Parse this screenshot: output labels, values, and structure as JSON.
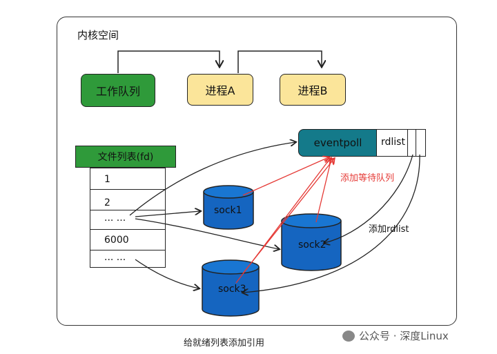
{
  "kernel_label": "内核空间",
  "wait_queue": "工作队列",
  "process_a": "进程A",
  "process_b": "进程B",
  "file_table": {
    "header": "文件列表(fd)",
    "rows": [
      "1",
      "2",
      "... ...",
      "6000",
      "... ..."
    ]
  },
  "eventpoll": "eventpoll",
  "rdlist": "rdlist",
  "sockets": [
    "sock1",
    "sock2",
    "sock3"
  ],
  "annotations": {
    "add_wait_queue": "添加等待队列",
    "add_rdlist": "添加rdlist"
  },
  "caption": "给就绪列表添加引用",
  "watermark": "公众号 · 深度Linux",
  "colors": {
    "green": "#2f9a3a",
    "yellow": "#fbe59a",
    "teal": "#147a8a",
    "socket_blue": "#1565c0",
    "red_arrow": "#e53935"
  }
}
